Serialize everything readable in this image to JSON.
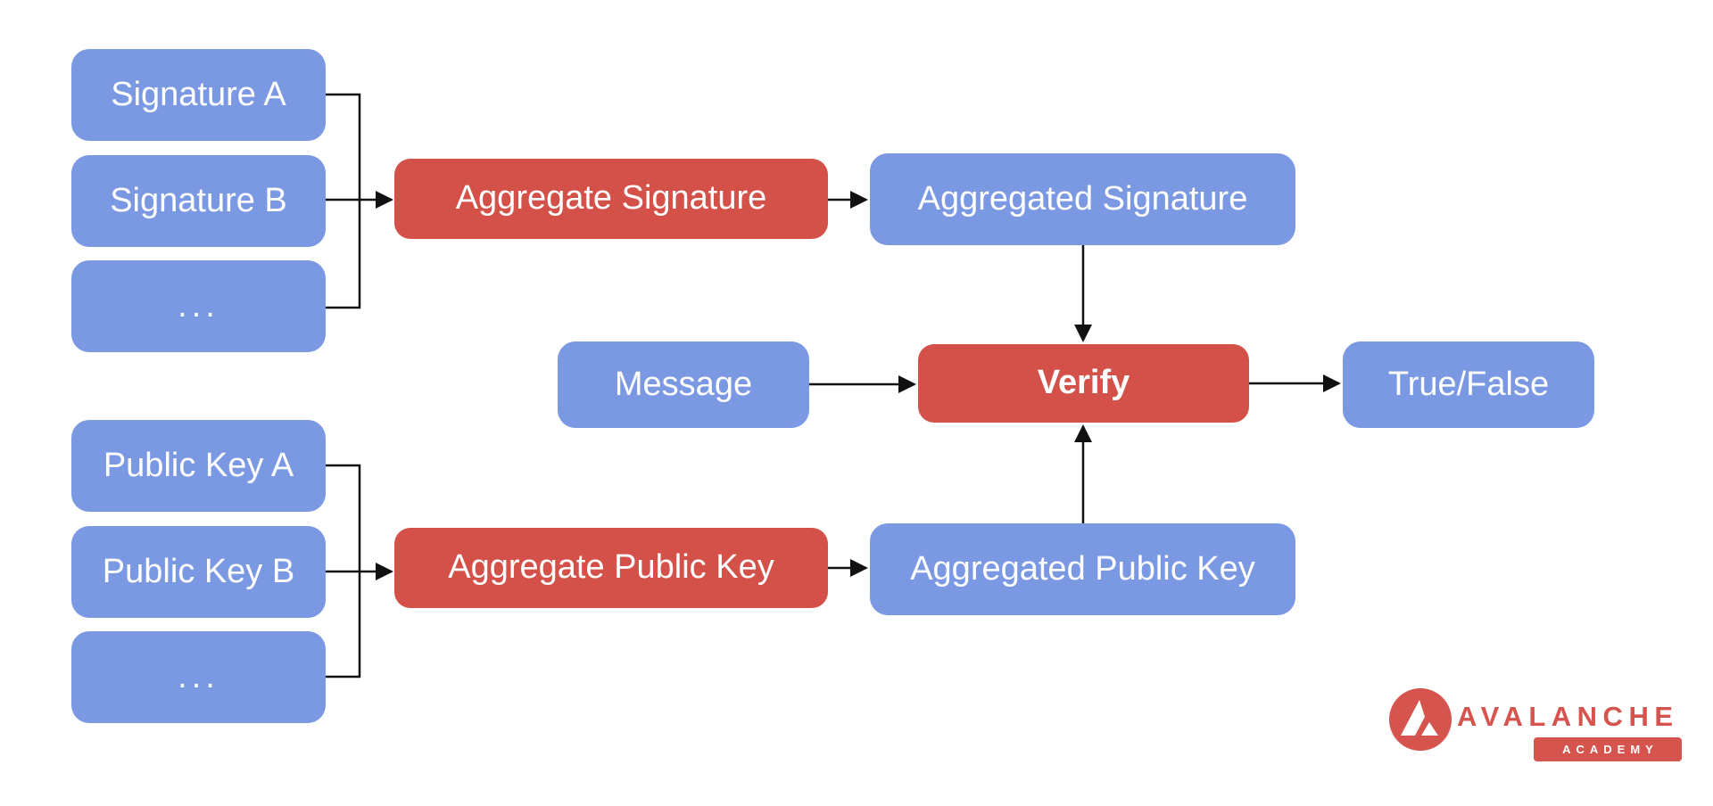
{
  "diagram": {
    "nodes": {
      "signature_a": "Signature A",
      "signature_b": "Signature B",
      "signature_more": "...",
      "aggregate_signature": "Aggregate Signature",
      "aggregated_signature": "Aggregated Signature",
      "message": "Message",
      "verify": "Verify",
      "true_false": "True/False",
      "public_key_a": "Public Key A",
      "public_key_b": "Public Key B",
      "public_key_more": "...",
      "aggregate_public_key": "Aggregate Public Key",
      "aggregated_public_key": "Aggregated Public Key"
    },
    "colors": {
      "input_box": "#7b99e3",
      "operation_box": "#d4514a",
      "arrow": "#111111",
      "box_text": "#ffffff",
      "background": "#ffffff",
      "logo_red": "#d5544d"
    }
  },
  "logo": {
    "wordmark": "AVALANCHE",
    "badge": "ACADEMY"
  }
}
